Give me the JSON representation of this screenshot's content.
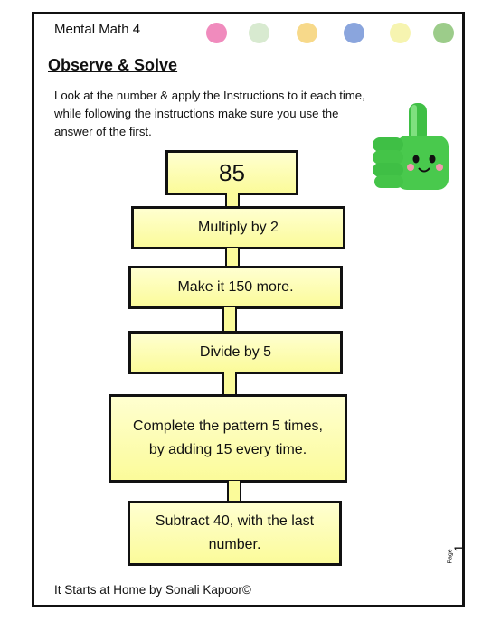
{
  "header": {
    "title": "Mental Math 4",
    "dots": [
      "#f08bbd",
      "#d8ead0",
      "#f7d98a",
      "#8aa5dd",
      "#f6f4b0",
      "#9ccc8a"
    ]
  },
  "section": {
    "heading": "Observe & Solve",
    "instructions": "Look at the number & apply the Instructions to it each time, while following the instructions make sure you use the answer of the first."
  },
  "flow": {
    "start_number": "85",
    "steps": [
      "Multiply by 2",
      "Make it 150 more.",
      "Divide by 5",
      "Complete the pattern 5    times,\nby adding 15 every time.",
      "Subtract 40, with the last\nnumber."
    ]
  },
  "illustration": {
    "icon": "thumbs-up-character-icon",
    "color": "#4cc94c"
  },
  "footer": {
    "credit": "It Starts at Home by Sonali Kapoor©"
  },
  "page": {
    "label": "Page",
    "number": "1"
  }
}
